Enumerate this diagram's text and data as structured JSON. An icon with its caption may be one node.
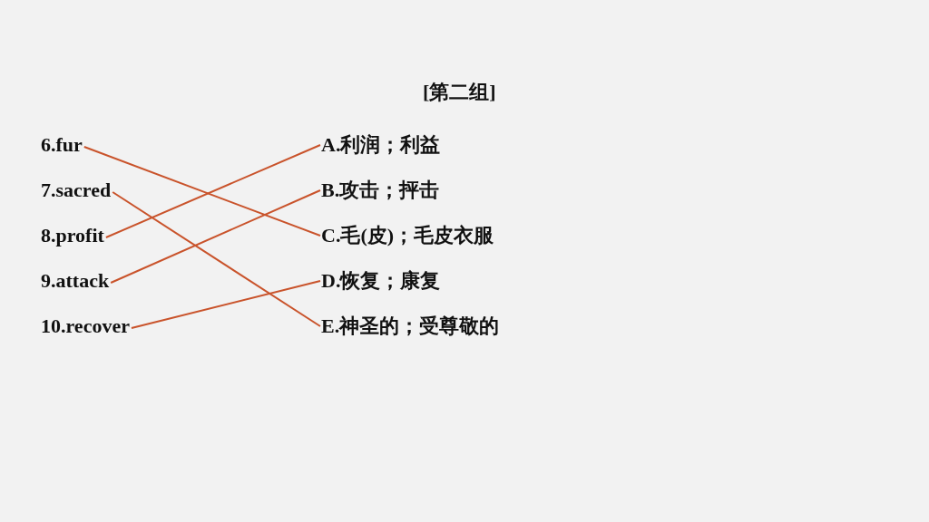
{
  "diagram": {
    "title": "[第二组]",
    "nodes": [
      {
        "text": [
          "6.fur"
        ]
      },
      {
        "text": [
          "7.sacred"
        ]
      },
      {
        "text": [
          "8.profit"
        ]
      },
      {
        "text": [
          "9.attack"
        ]
      },
      {
        "text": [
          "10.recover"
        ]
      },
      {
        "text": [
          "A.利润；利益"
        ]
      },
      {
        "text": [
          "B.攻击；抨击"
        ]
      },
      {
        "text": [
          "C.毛(皮)；毛皮衣服"
        ]
      },
      {
        "text": [
          "D.恢复；康复"
        ]
      },
      {
        "text": [
          "E.神圣的；受尊敬的"
        ]
      }
    ],
    "edges": [
      {
        "from": 0,
        "to": 7,
        "arrow": "none"
      },
      {
        "from": 1,
        "to": 9,
        "arrow": "none"
      },
      {
        "from": 2,
        "to": 5,
        "arrow": "none"
      },
      {
        "from": 3,
        "to": 6,
        "arrow": "none"
      },
      {
        "from": 4,
        "to": 8,
        "arrow": "none"
      }
    ]
  }
}
